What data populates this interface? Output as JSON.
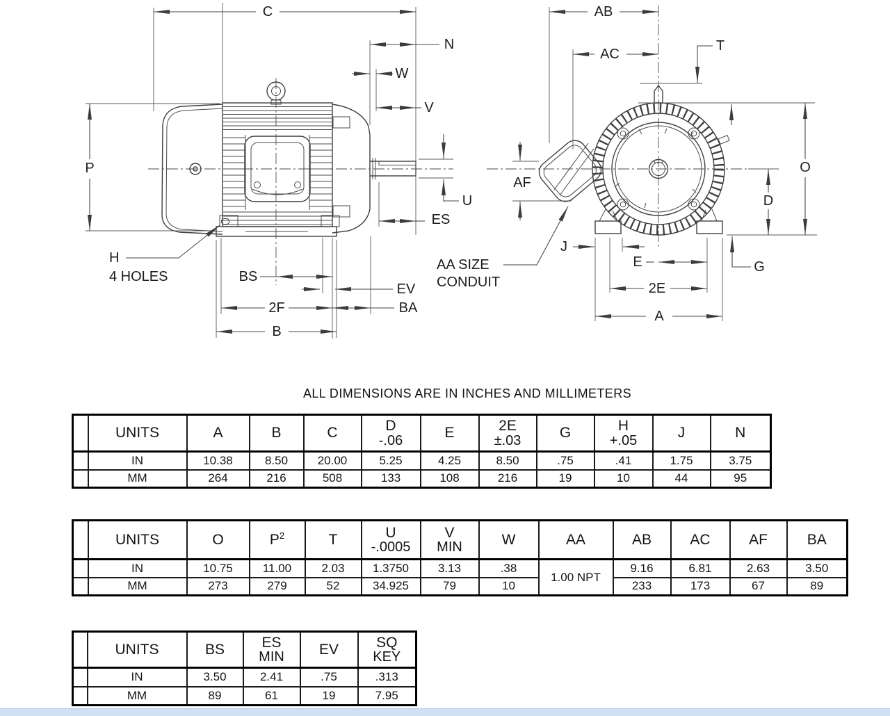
{
  "note": "ALL DIMENSIONS ARE IN INCHES AND MILLIMETERS",
  "drawing": {
    "note_h": {
      "line1": "H",
      "line2": "4 HOLES"
    },
    "note_aa": {
      "line1": "AA SIZE",
      "line2": "CONDUIT"
    },
    "side": {
      "c": "C",
      "n": "N",
      "w": "W",
      "v": "V",
      "p": "P",
      "u": "U",
      "es": "ES",
      "bs": "BS",
      "ev": "EV",
      "f2": "2F",
      "ba": "BA",
      "b": "B"
    },
    "front": {
      "ab": "AB",
      "ac": "AC",
      "t": "T",
      "af": "AF",
      "o": "O",
      "d": "D",
      "j": "J",
      "e": "E",
      "g": "G",
      "e2": "2E",
      "a": "A"
    }
  },
  "tables": [
    {
      "unit_col": "UNITS",
      "columns": [
        {
          "label": "A"
        },
        {
          "label": "B"
        },
        {
          "label": "C"
        },
        {
          "label": "D",
          "sub": "-.06"
        },
        {
          "label": "E"
        },
        {
          "label": "2E",
          "sub": "±.03"
        },
        {
          "label": "G"
        },
        {
          "label": "H",
          "sub": "+.05"
        },
        {
          "label": "J"
        },
        {
          "label": "N"
        }
      ],
      "rows": [
        {
          "unit": "IN",
          "values": [
            "10.38",
            "8.50",
            "20.00",
            "5.25",
            "4.25",
            "8.50",
            ".75",
            ".41",
            "1.75",
            "3.75"
          ]
        },
        {
          "unit": "MM",
          "values": [
            "264",
            "216",
            "508",
            "133",
            "108",
            "216",
            "19",
            "10",
            "44",
            "95"
          ]
        }
      ]
    },
    {
      "unit_col": "UNITS",
      "columns": [
        {
          "label": "O"
        },
        {
          "label": "P",
          "sup": "2"
        },
        {
          "label": "T"
        },
        {
          "label": "U",
          "sub": "-.0005"
        },
        {
          "label": "V",
          "sub": "MIN"
        },
        {
          "label": "W"
        },
        {
          "label": "AA"
        },
        {
          "label": "AB"
        },
        {
          "label": "AC"
        },
        {
          "label": "AF"
        },
        {
          "label": "BA"
        }
      ],
      "rows": [
        {
          "unit": "IN",
          "values": [
            "10.75",
            "11.00",
            "2.03",
            "1.3750",
            "3.13",
            ".38",
            "1.00 NPT",
            "9.16",
            "6.81",
            "2.63",
            "3.50"
          ]
        },
        {
          "unit": "MM",
          "values": [
            "273",
            "279",
            "52",
            "34.925",
            "79",
            "10",
            "",
            "233",
            "173",
            "67",
            "89"
          ]
        }
      ]
    },
    {
      "unit_col": "UNITS",
      "columns": [
        {
          "label": "BS"
        },
        {
          "label": "ES",
          "sub": "MIN"
        },
        {
          "label": "EV"
        },
        {
          "label": "SQ",
          "sub": "KEY"
        }
      ],
      "rows": [
        {
          "unit": "IN",
          "values": [
            "3.50",
            "2.41",
            ".75",
            ".313"
          ]
        },
        {
          "unit": "MM",
          "values": [
            "89",
            "61",
            "19",
            "7.95"
          ]
        }
      ]
    }
  ]
}
